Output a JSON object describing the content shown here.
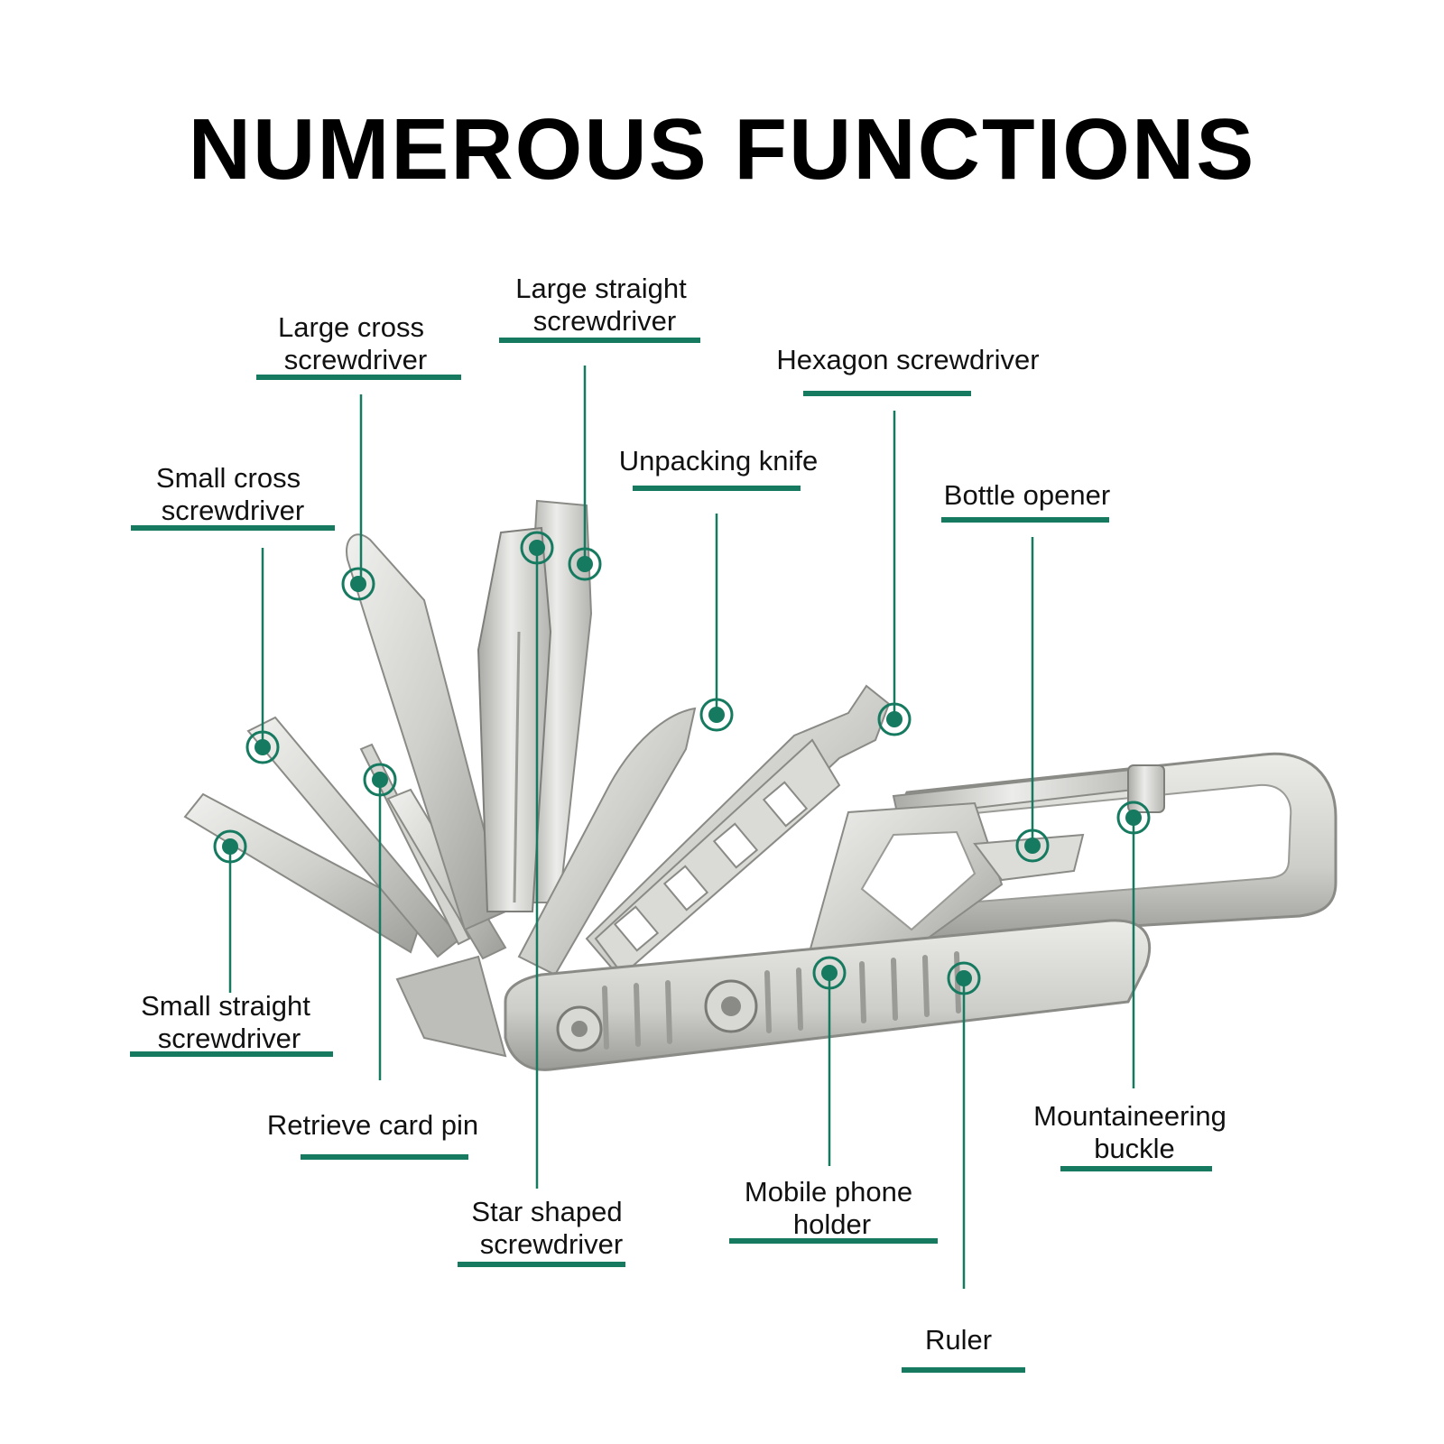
{
  "title": "NUMEROUS FUNCTIONS",
  "colors": {
    "accent": "#157a5f",
    "metal_light": "#e3e3e0",
    "metal_mid": "#c9c9c5",
    "metal_dark": "#8f8f8b"
  },
  "labels": {
    "large_cross": [
      "Large cross",
      "screwdriver"
    ],
    "large_straight": [
      "Large straight",
      "screwdriver"
    ],
    "hexagon": [
      "Hexagon screwdriver"
    ],
    "small_cross": [
      "Small cross",
      "screwdriver"
    ],
    "unpacking_knife": [
      "Unpacking knife"
    ],
    "bottle_opener": [
      "Bottle opener"
    ],
    "small_straight": [
      "Small straight",
      "screwdriver"
    ],
    "retrieve_pin": [
      "Retrieve card pin"
    ],
    "star_shaped": [
      "Star shaped",
      "screwdriver"
    ],
    "phone_holder": [
      "Mobile phone",
      "holder"
    ],
    "mountaineering": [
      "Mountaineering",
      "buckle"
    ],
    "ruler": [
      "Ruler"
    ]
  }
}
